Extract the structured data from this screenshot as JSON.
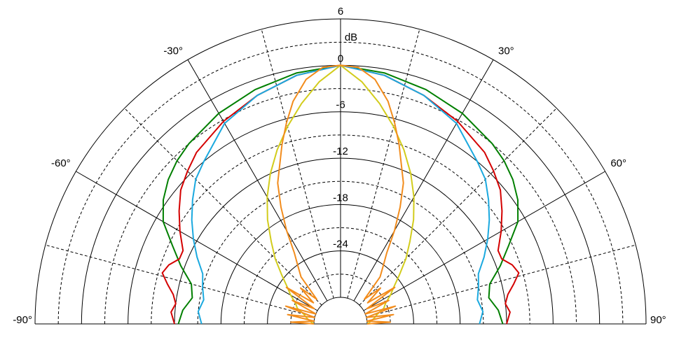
{
  "chart_data": {
    "type": "polar-line",
    "unit_label": "dB",
    "radial_range_db": [
      -30,
      6
    ],
    "radial_ticks": [
      {
        "value": 6,
        "label": "6"
      },
      {
        "value": 0,
        "label": "0"
      },
      {
        "value": -6,
        "label": "-6"
      },
      {
        "value": -12,
        "label": "-12"
      },
      {
        "value": -18,
        "label": "-18"
      },
      {
        "value": -24,
        "label": "-24"
      }
    ],
    "radial_dashed_step_db": 3,
    "angle_range_deg": [
      -90,
      90
    ],
    "angle_ticks": [
      {
        "value": -90,
        "label": "-90°"
      },
      {
        "value": -60,
        "label": "-60°"
      },
      {
        "value": -30,
        "label": "-30°"
      },
      {
        "value": 30,
        "label": "30°"
      },
      {
        "value": 60,
        "label": "60°"
      },
      {
        "value": 90,
        "label": "90°"
      }
    ],
    "angle_dashed_step_deg": 15,
    "grid": true,
    "series": [
      {
        "color": "#007f00",
        "angles": [
          0,
          10,
          20,
          30,
          40,
          45,
          50,
          55,
          60,
          65,
          70,
          75,
          80,
          85,
          90
        ],
        "values": [
          0,
          -0.5,
          -1.2,
          -2.0,
          -3.0,
          -3.6,
          -4.4,
          -5.5,
          -7.0,
          -9.5,
          -11.5,
          -13.5,
          -14.0,
          -13.0,
          -12.5
        ]
      },
      {
        "color": "#d40000",
        "angles": [
          0,
          10,
          20,
          30,
          40,
          45,
          50,
          55,
          60,
          65,
          68,
          71,
          74,
          77,
          80,
          83,
          86,
          90
        ],
        "values": [
          0,
          -0.8,
          -2.0,
          -3.2,
          -4.5,
          -5.5,
          -6.5,
          -8.0,
          -9.5,
          -11.0,
          -11.0,
          -10.0,
          -9.5,
          -10.5,
          -11.5,
          -12.0,
          -11.5,
          -12.0
        ]
      },
      {
        "color": "#1ba9df",
        "angles": [
          0,
          10,
          20,
          30,
          40,
          45,
          50,
          55,
          60,
          65,
          70,
          75,
          80,
          85,
          90
        ],
        "values": [
          0,
          -0.8,
          -2.0,
          -3.5,
          -6.0,
          -7.0,
          -8.5,
          -10.0,
          -11.5,
          -13.0,
          -14.5,
          -15.0,
          -15.5,
          -15.0,
          -15.5
        ]
      },
      {
        "color": "#d2cc1c",
        "angles": [
          0,
          5,
          10,
          15,
          20,
          25,
          30,
          35,
          40,
          45,
          50,
          55,
          60,
          65,
          70,
          75,
          80,
          85,
          90
        ],
        "values": [
          0,
          -2.0,
          -4.5,
          -7.0,
          -9.5,
          -12.0,
          -14.5,
          -17.0,
          -19.5,
          -21.5,
          -23.5,
          -25.0,
          -26.0,
          -27.0,
          -27.5,
          -28.5,
          -29.0,
          -29.5,
          -30.0
        ]
      },
      {
        "color": "#f28c1c",
        "angles": [
          0,
          4,
          8,
          12,
          15,
          18,
          21,
          24,
          27,
          30,
          33,
          36,
          40,
          44,
          48,
          52,
          56,
          60,
          64,
          68,
          72,
          76,
          80,
          84,
          88,
          90
        ],
        "values": [
          0,
          -0.2,
          -1.5,
          -4.0,
          -6.5,
          -9.0,
          -11.5,
          -13.5,
          -16.5,
          -19.5,
          -22.5,
          -24.0,
          -25.5,
          -29.0,
          -26.5,
          -29.0,
          -25.0,
          -29.5,
          -26.5,
          -30.0,
          -26.0,
          -30.0,
          -26.5,
          -30.0,
          -27.0,
          -30.0
        ]
      }
    ]
  }
}
